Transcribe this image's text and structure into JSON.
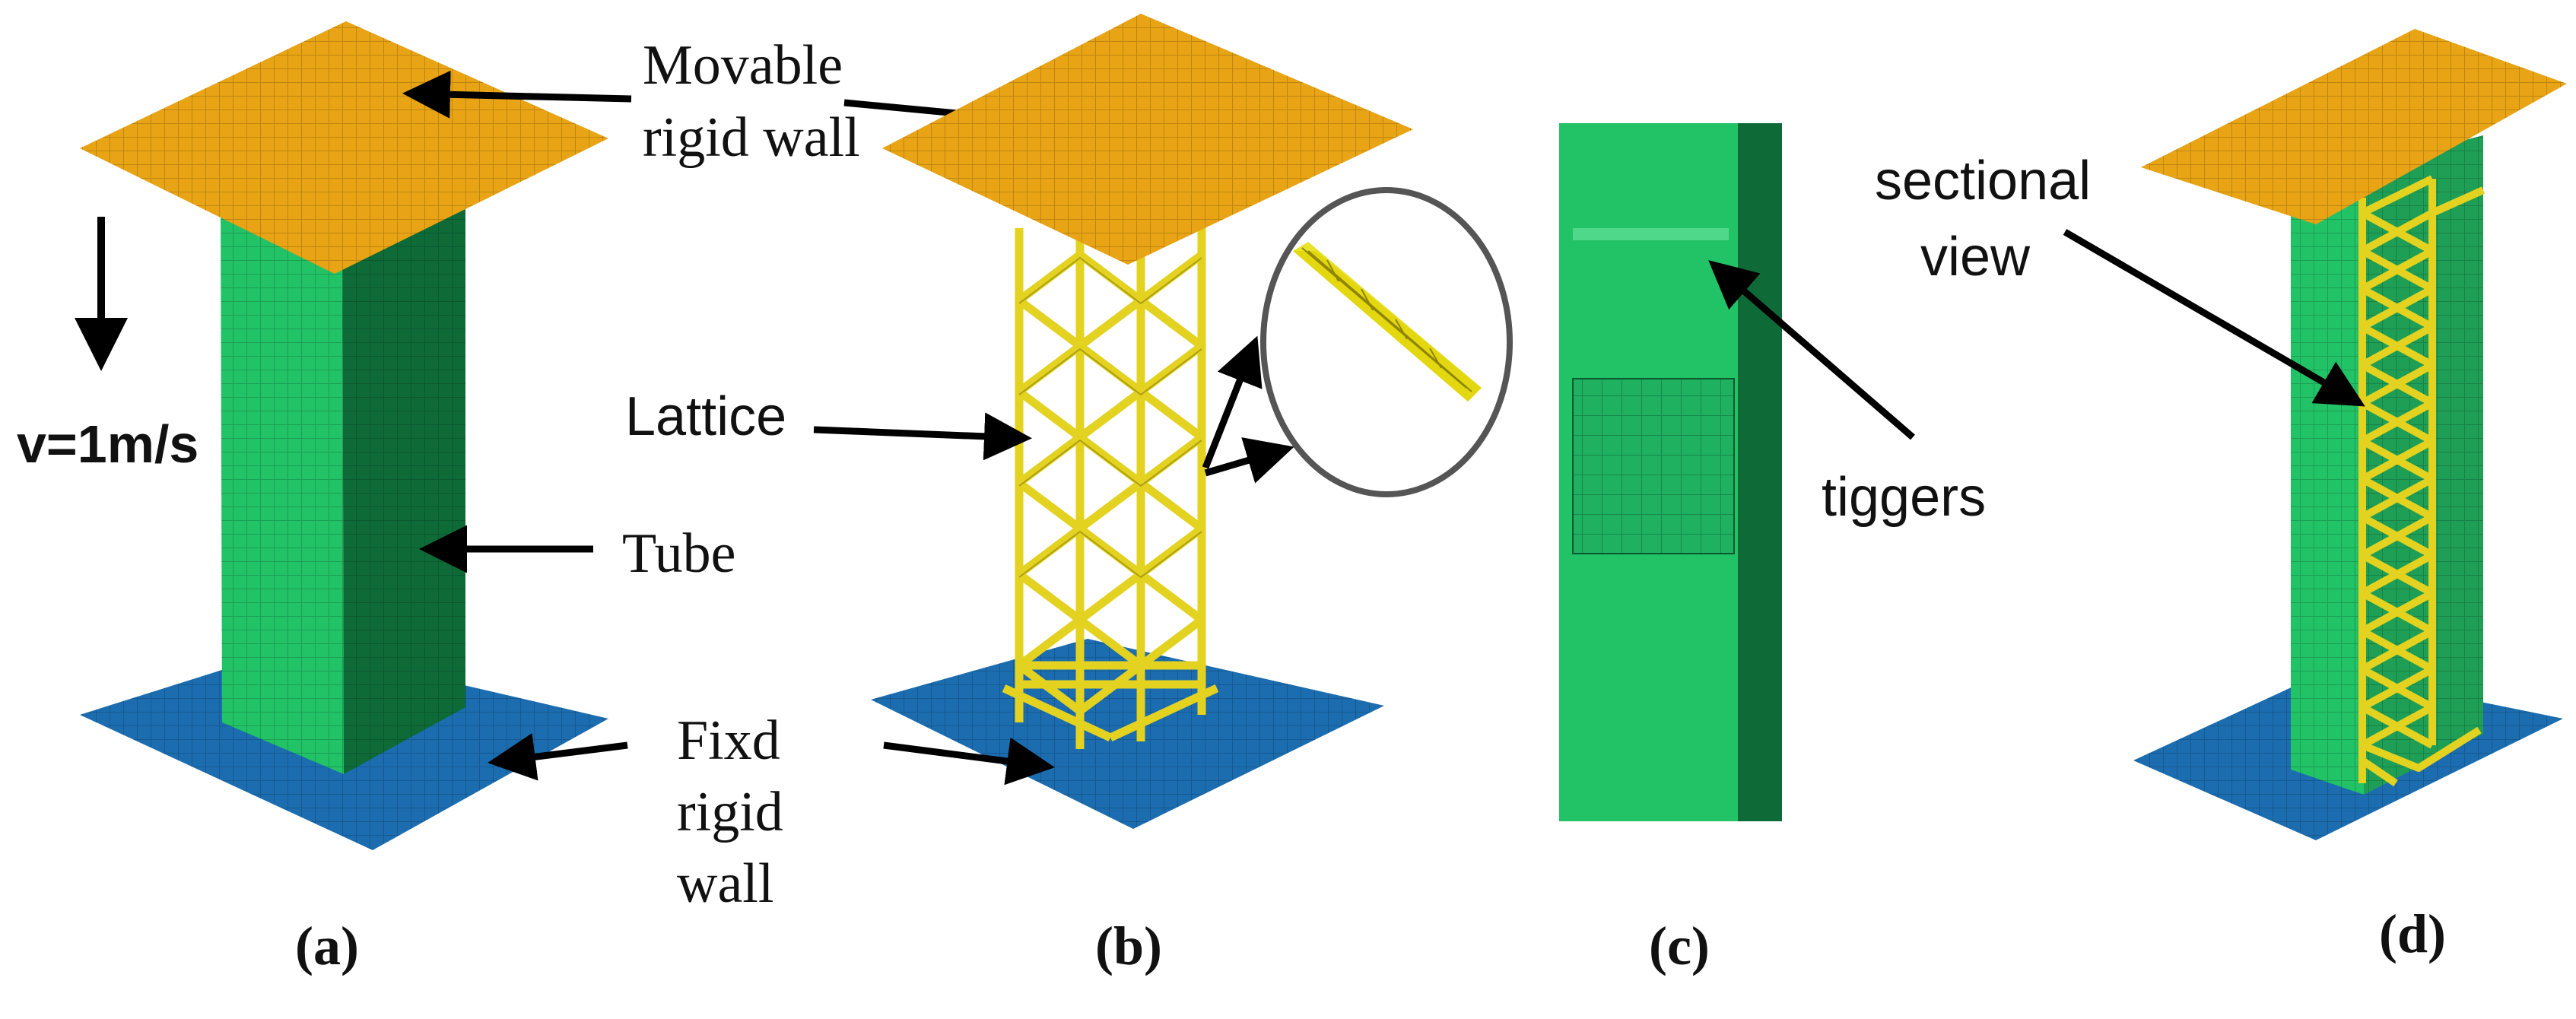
{
  "colors": {
    "movable_wall": "#E8A415",
    "fixed_wall": "#1B6DB0",
    "tube_front": "#22C267",
    "tube_side": "#0E6B38",
    "lattice": "#E3D21F",
    "arrow": "#000000"
  },
  "panels": [
    {
      "id": "a",
      "caption": "(a)"
    },
    {
      "id": "b",
      "caption": "(b)"
    },
    {
      "id": "c",
      "caption": "(c)"
    },
    {
      "id": "d",
      "caption": "(d)"
    }
  ],
  "labels": {
    "movable_wall_line1": "Movable",
    "movable_wall_line2": "rigid wall",
    "velocity": "v=1m/s",
    "tube": "Tube",
    "lattice": "Lattice",
    "fixed_wall_line1": "Fixd",
    "fixed_wall_line2": "rigid",
    "fixed_wall_line3": "wall",
    "triggers": "tiggers",
    "sectional_line1": "sectional",
    "sectional_line2": "view"
  },
  "icons": [
    "velocity-arrow-icon",
    "zoom-inset-icon"
  ]
}
